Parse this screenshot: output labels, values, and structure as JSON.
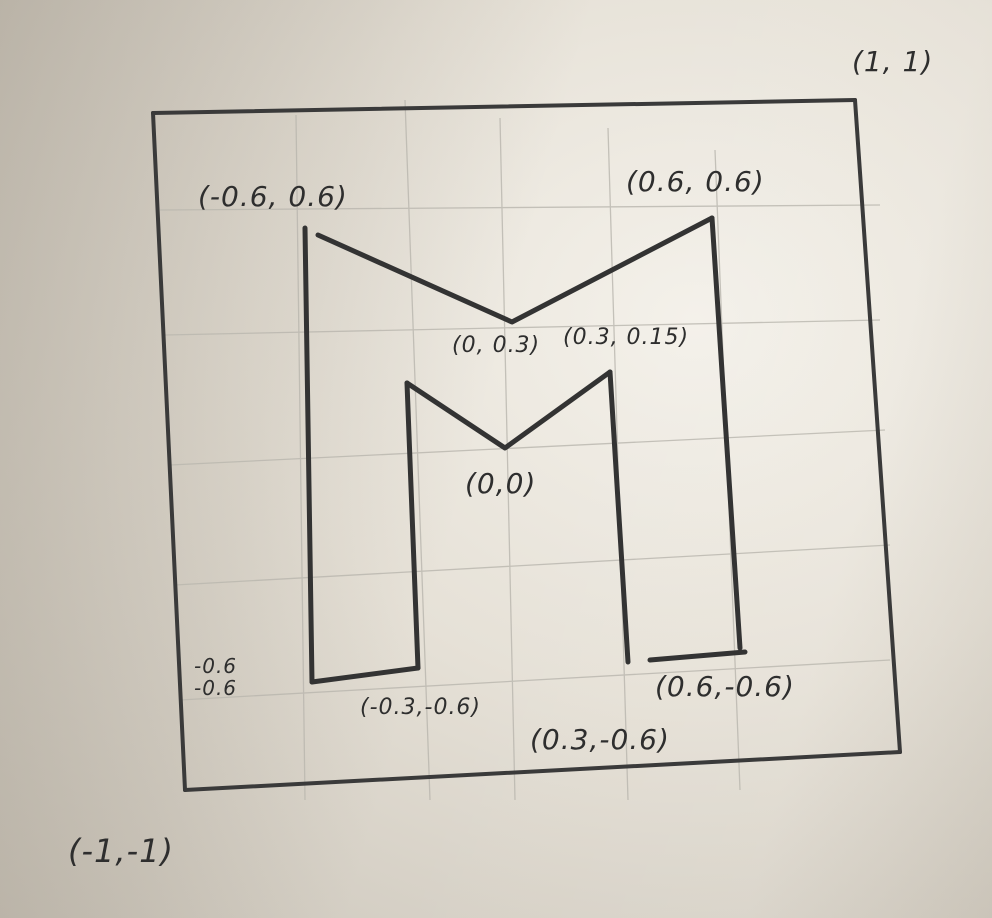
{
  "labels": {
    "top_right_corner": "(1, 1)",
    "bottom_left_corner": "(-1,-1)",
    "outer_top_left": "(-0.6, 0.6)",
    "outer_top_right": "(0.6, 0.6)",
    "upper_vertex": "(0, 0.3)",
    "inner_top_right": "(0.3, 0.15)",
    "lower_vertex": "(0,0)",
    "outer_bottom_left": "-0.6\n-0.6",
    "inner_bottom_left": "(-0.3,-0.6)",
    "inner_bottom_right": "(0.3,-0.6)",
    "outer_bottom_right": "(0.6,-0.6)"
  },
  "colors": {
    "paper": "#ece8e0",
    "pencil": "#3a3a3a",
    "grid": "#b9b6ae"
  }
}
